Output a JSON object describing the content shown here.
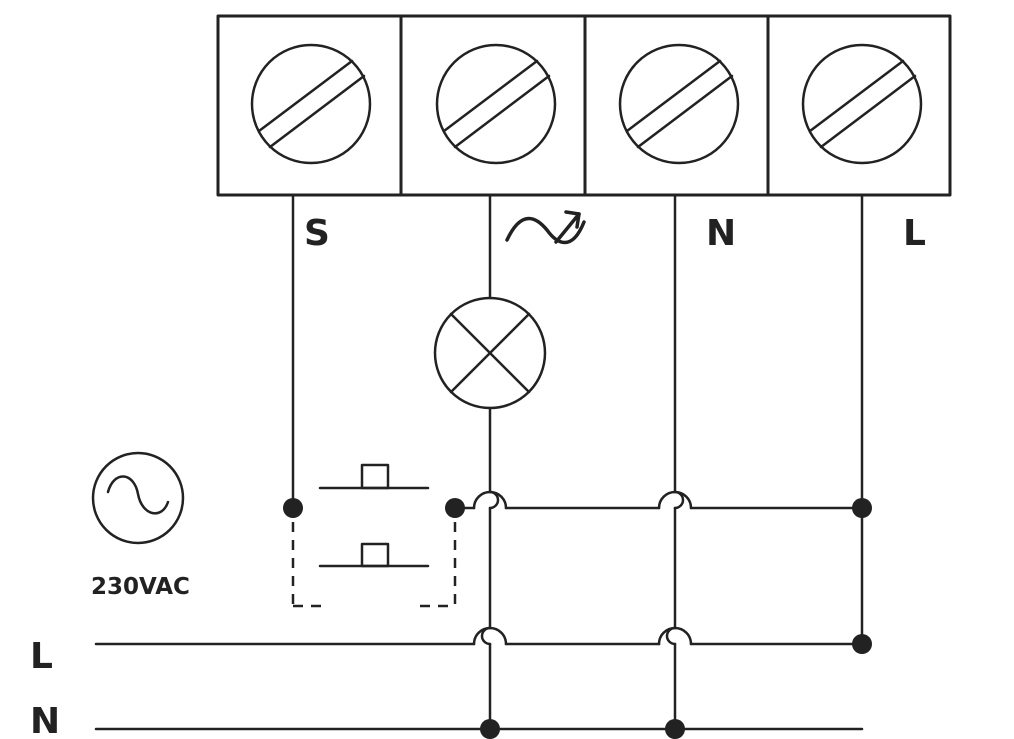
{
  "terminal_labels": {
    "s": "S",
    "dimmer_icon": "dimmer-output-icon",
    "n": "N",
    "l": "L"
  },
  "source": {
    "icon": "ac-source-icon",
    "label": "230VAC"
  },
  "bus_labels": {
    "l": "L",
    "n": "N"
  },
  "components": {
    "lamp_icon": "lamp-icon",
    "pushbutton_icon": "pushbutton-icon",
    "screw_icon": "screw-terminal-icon"
  },
  "colors": {
    "line": "#222222",
    "background": "#ffffff"
  }
}
